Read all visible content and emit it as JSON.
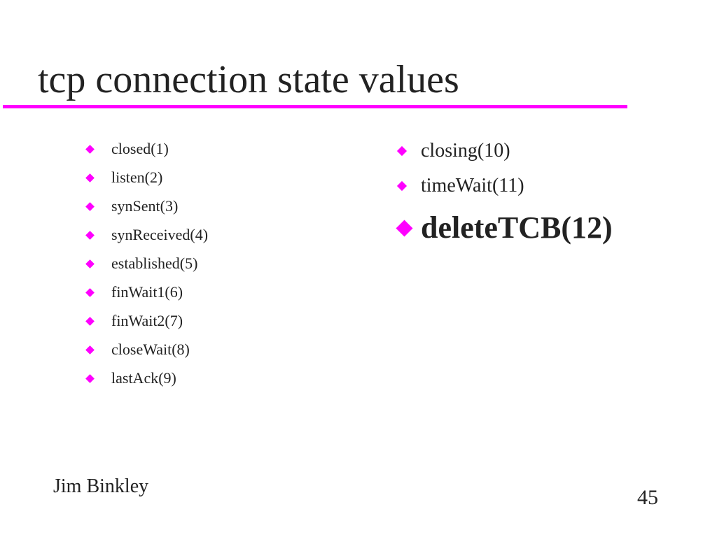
{
  "slide": {
    "title": "tcp connection state values",
    "accent_color": "#ff00ff",
    "bullet_icon": "diamond-bullet"
  },
  "left_list": [
    {
      "label": "closed(1)"
    },
    {
      "label": "listen(2)"
    },
    {
      "label": "synSent(3)"
    },
    {
      "label": "synReceived(4)"
    },
    {
      "label": "established(5)"
    },
    {
      "label": "finWait1(6)"
    },
    {
      "label": "finWait2(7)"
    },
    {
      "label": "closeWait(8)"
    },
    {
      "label": "lastAck(9)"
    }
  ],
  "right_list": [
    {
      "label": "closing(10)"
    },
    {
      "label": "timeWait(11)"
    },
    {
      "label": "deleteTCB(12)",
      "emphasis": "bold-large"
    }
  ],
  "footer": {
    "author": "Jim Binkley",
    "page_number": "45"
  }
}
